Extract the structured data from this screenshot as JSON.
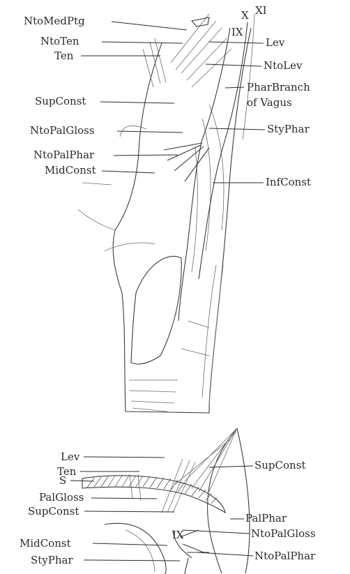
{
  "upper_figure": {
    "labels": [
      {
        "id": "ntomedptg",
        "text": "NtoMedPtg"
      },
      {
        "id": "ntoten",
        "text": "NtoTen"
      },
      {
        "id": "ten",
        "text": "Ten"
      },
      {
        "id": "supconst",
        "text": "SupConst"
      },
      {
        "id": "ntopalgloss",
        "text": "NtoPalGloss"
      },
      {
        "id": "ntopalphar",
        "text": "NtoPalPhar"
      },
      {
        "id": "midconst",
        "text": "MidConst"
      },
      {
        "id": "xi",
        "text": "XI"
      },
      {
        "id": "x",
        "text": "X"
      },
      {
        "id": "ix",
        "text": "IX"
      },
      {
        "id": "lev",
        "text": "Lev"
      },
      {
        "id": "ntolev",
        "text": "NtoLev"
      },
      {
        "id": "pharbranch1",
        "text": "PharBranch"
      },
      {
        "id": "pharbranch2",
        "text": "of Vagus"
      },
      {
        "id": "stypar",
        "text": "StyPhar"
      },
      {
        "id": "infconst",
        "text": "InfConst"
      }
    ]
  },
  "lower_figure": {
    "labels": [
      {
        "id": "lev",
        "text": "Lev"
      },
      {
        "id": "ten",
        "text": "Ten"
      },
      {
        "id": "s",
        "text": "S"
      },
      {
        "id": "palgloss",
        "text": "PalGloss"
      },
      {
        "id": "supconst_left",
        "text": "SupConst"
      },
      {
        "id": "midconst",
        "text": "MidConst"
      },
      {
        "id": "styphar",
        "text": "StyPhar"
      },
      {
        "id": "ix",
        "text": "IX"
      },
      {
        "id": "supconst_right",
        "text": "SupConst"
      },
      {
        "id": "palphar",
        "text": "PalPhar"
      },
      {
        "id": "ntopalgloss",
        "text": "NtoPalGloss"
      },
      {
        "id": "ntopalphar",
        "text": "NtoPalPhar"
      }
    ]
  }
}
